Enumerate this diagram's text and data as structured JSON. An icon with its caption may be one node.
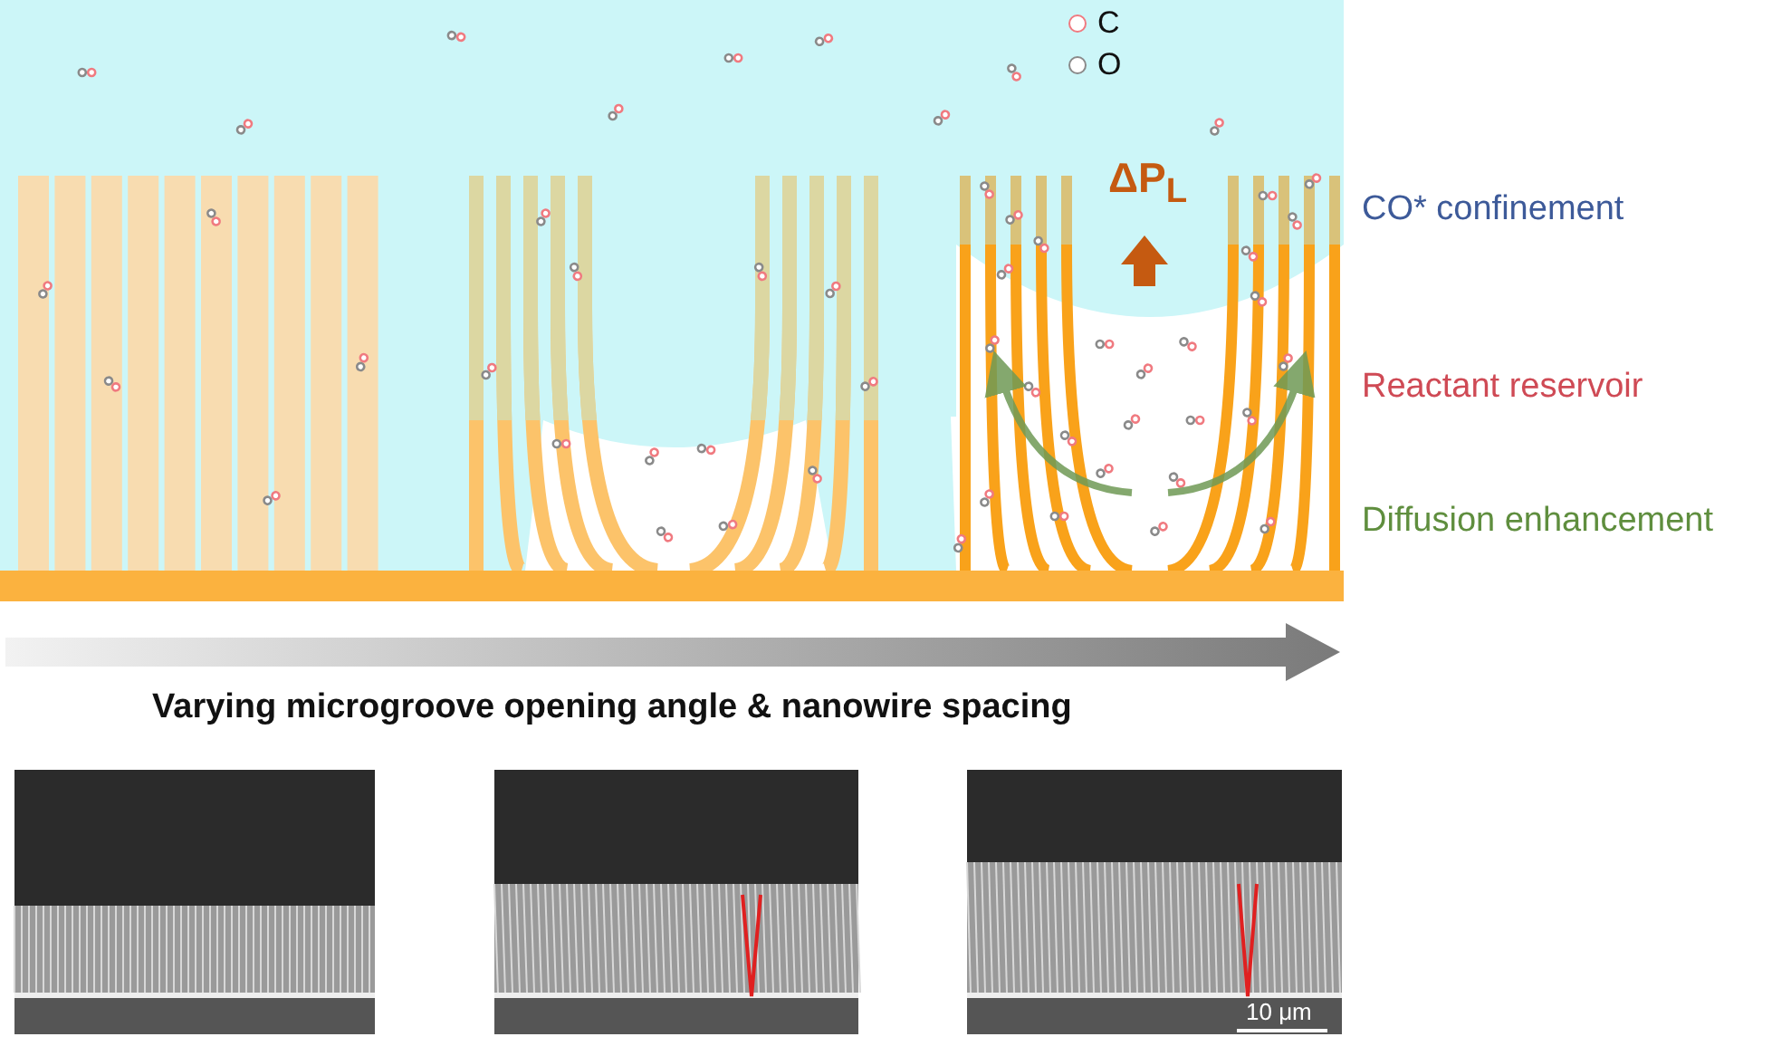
{
  "diagram": {
    "labels": [
      "ΔP$_{L}$",
      "CO* confinement",
      "Reactant reservoir",
      "Diffusion enhancement",
      "Varying microgroove opening angle & nanowire spacing",
      "10 μm"
    ],
    "legend": [
      {
        "text": "C",
        "color": "#f07a80"
      },
      {
        "text": "O",
        "color": "#8a8a8a"
      }
    ]
  }
}
